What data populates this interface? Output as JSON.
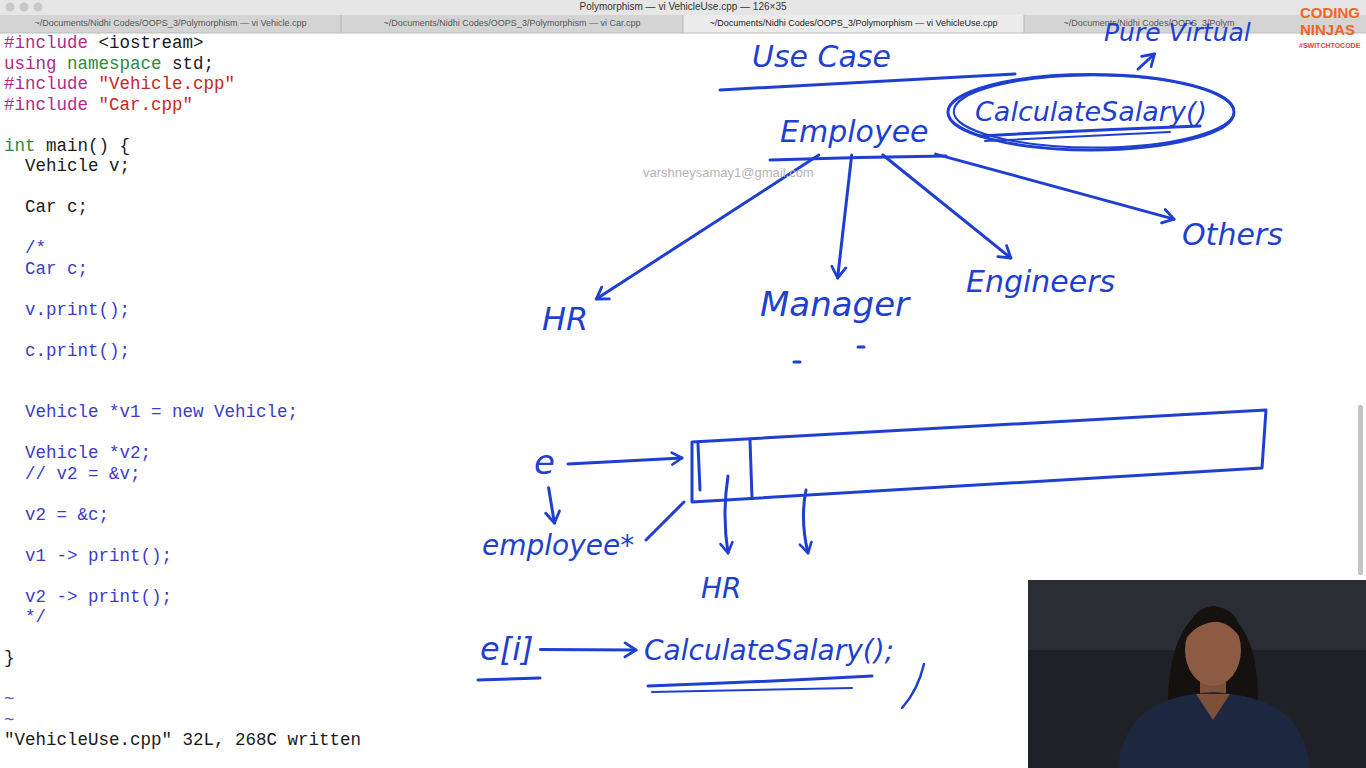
{
  "diagram": {
    "nodes": [
      {
        "text": [
          "Pure Virtual"
        ]
      },
      {
        "text": [
          "Employee"
        ]
      },
      {
        "text": [
          "CalculateSalary()"
        ]
      },
      {
        "text": [
          "HR"
        ]
      },
      {
        "text": [
          "Manager"
        ]
      },
      {
        "text": [
          "Engineers"
        ]
      },
      {
        "text": [
          "Others"
        ]
      },
      {
        "text": [
          "e"
        ]
      },
      {
        "text": [
          "employee*"
        ]
      },
      {
        "text": [
          "HR"
        ]
      },
      {
        "text": [
          "e[i]"
        ]
      },
      {
        "text": [
          "CalculateSalary();"
        ]
      }
    ],
    "edges": [
      {
        "from": 2,
        "to": 0,
        "arrow": "to"
      },
      {
        "from": 1,
        "to": 3,
        "arrow": "to"
      },
      {
        "from": 1,
        "to": 4,
        "arrow": "to"
      },
      {
        "from": 1,
        "to": 5,
        "arrow": "to"
      },
      {
        "from": 1,
        "to": 6,
        "arrow": "to"
      },
      {
        "from": 7,
        "to": 8,
        "arrow": "to"
      },
      {
        "from": 10,
        "to": 11,
        "arrow": "to"
      }
    ],
    "labels": [
      "Polymorphism — vi VehicleUse.cpp — 126×35",
      "~/Documents/Nidhi Codes/OOPS_3/Polymorphism — vi Vehicle.cpp",
      "~/Documents/Nidhi Codes/OOPS_3/Polymorphism — vi Car.cpp",
      "~/Documents/Nidhi Codes/OOPS_3/Polymorphism — vi VehicleUse.cpp",
      "~/Documents/Nidhi Codes/OOPS_3/Polym",
      "#include",
      "<iostream>",
      "using",
      "namespace",
      "std;",
      "#include",
      "\"Vehicle.cpp\"",
      "#include",
      "\"Car.cpp\"",
      "int",
      "main() {",
      "Vehicle v;",
      "Car c;",
      "/*",
      "Car c;",
      "v.print();",
      "c.print();",
      "Vehicle *v1 = new Vehicle;",
      "Vehicle *v2;",
      "// v2 = &v;",
      "v2 = &c;",
      "v1 -> print();",
      "v2 -> print();",
      "*/",
      "}",
      "~",
      "~",
      "\"VehicleUse.cpp\" 32L, 268C written",
      "varshneysamay1@gmail.com",
      "Use Case",
      "CODING",
      "NINJAS",
      "#SWITCHTOCODE"
    ]
  }
}
